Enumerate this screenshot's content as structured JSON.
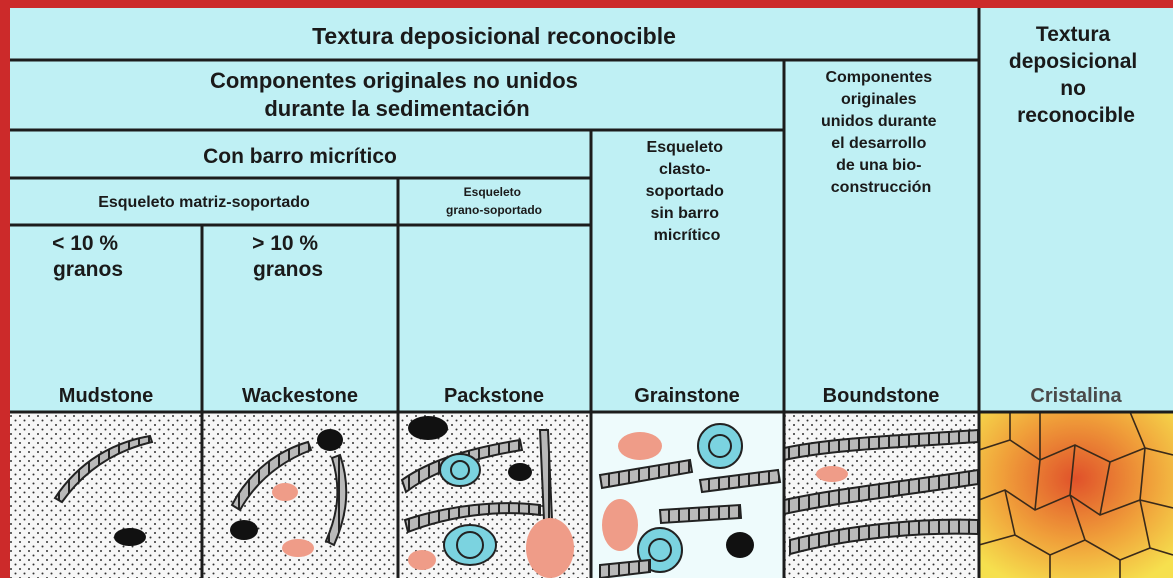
{
  "colors": {
    "panel": "#bff0f4",
    "sediment": "#f7f7f7",
    "border_red": "#cc2a2a",
    "grain_pink": "#ef9c88",
    "grain_blue": "#7bd3e0",
    "shell_grey": "#b9b9b9",
    "crystal_outer": "#f1d34a",
    "crystal_inner": "#e0512a"
  },
  "header": {
    "recognizable": "Textura deposicional reconocible",
    "not_recognizable": [
      "Textura",
      "deposicional",
      "no",
      "reconocible"
    ]
  },
  "groups": {
    "not_bound": [
      "Componentes originales no unidos",
      "durante la sedimentación"
    ],
    "bound": [
      "Componentes",
      "originales",
      "unidos durante",
      "el desarrollo",
      "de una bio-",
      "construcción"
    ],
    "with_mud": "Con barro micrítico",
    "grain_supported_no_mud": [
      "Esqueleto",
      "clasto-",
      "soportado",
      "sin barro",
      "micrítico"
    ],
    "matrix_supported": "Esqueleto matriz-soportado",
    "grain_supported": [
      "Esqueleto",
      "grano-soportado"
    ],
    "lt10": [
      "< 10 %",
      "granos"
    ],
    "gt10": [
      "> 10 %",
      "granos"
    ]
  },
  "classes": [
    "Mudstone",
    "Wackestone",
    "Packstone",
    "Grainstone",
    "Boundstone",
    "Cristalina"
  ],
  "illustrations": [
    "mudstone-texture",
    "wackestone-texture",
    "packstone-texture",
    "grainstone-texture",
    "boundstone-texture",
    "crystalline-texture"
  ]
}
